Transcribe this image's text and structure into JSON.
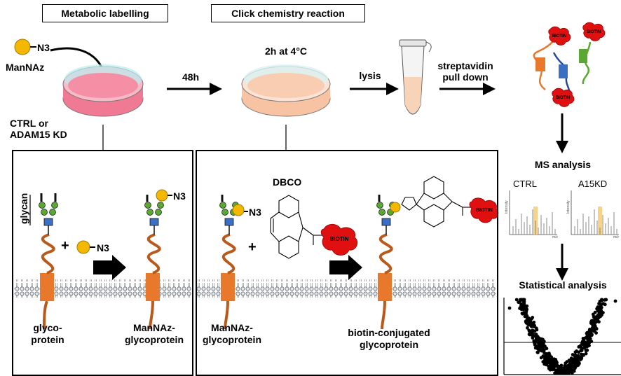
{
  "headers": {
    "metabolic": "Metabolic labelling",
    "click": "Click chemistry reaction"
  },
  "top": {
    "manaz": "ManNAz",
    "n3": "N3",
    "ctrl_line1": "CTRL or",
    "ctrl_line2": "ADAM15 KD",
    "time48": "48h",
    "temp": "2h at 4°C",
    "lysis": "lysis",
    "pulldown_line1": "streptavidin",
    "pulldown_line2": "pull down",
    "biotin": "BIOTIN"
  },
  "left_panel": {
    "glycan": "glycan",
    "plus": "+",
    "n3": "N3",
    "n3_product": "N3",
    "glyco_line1": "glyco-",
    "glyco_line2": "protein",
    "manaz_gp_line1": "ManNAz-",
    "manaz_gp_line2": "glycoprotein"
  },
  "mid_panel": {
    "dbco": "DBCO",
    "n3": "N3",
    "plus": "+",
    "biotin": "BIOTIN",
    "biotin_product": "BIOTIN",
    "manaz_gp_line1": "ManNAz-",
    "manaz_gp_line2": "glycoprotein",
    "conj_line1": "biotin-conjugated",
    "conj_line2": "glycoprotein"
  },
  "ms": {
    "title": "MS analysis",
    "ctrl": "CTRL",
    "a15kd": "A15KD",
    "intensity": "Intensity",
    "mz": "m/z",
    "stats_title": "Statistical analysis"
  },
  "colors": {
    "dish_pink": "#f07a93",
    "dish_peach": "#f7c3a3",
    "dish_blue": "#b9ecef",
    "n3_yellow": "#f5b800",
    "glycan_green": "#5aa832",
    "glycan_blue": "#3b6fc4",
    "protein_orange": "#e8792c",
    "stalk_brown": "#b85a1c",
    "biotin_red": "#e01010",
    "membrane_blue": "#cfe2ef"
  }
}
